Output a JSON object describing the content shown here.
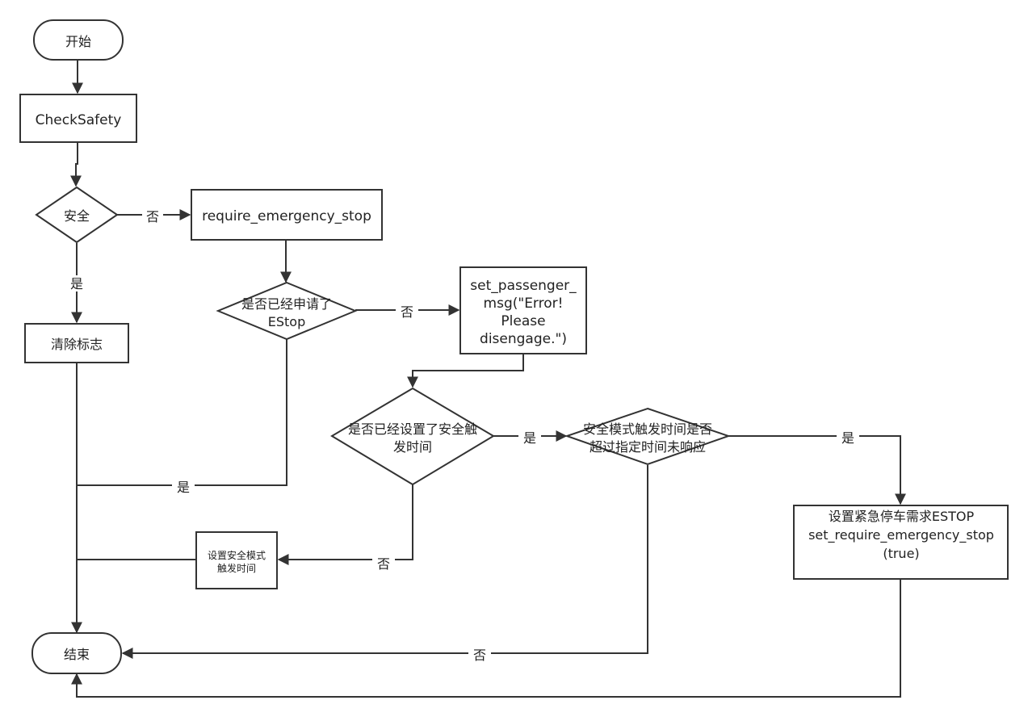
{
  "nodes": {
    "start": "开始",
    "check_safety": "CheckSafety",
    "safe_decision": "安全",
    "require_estop": "require_emergency_stop",
    "clear_flags": "清除标志",
    "estop_requested": [
      "是否已经申请了",
      "EStop"
    ],
    "set_passenger_msg": [
      "set_passenger_",
      "msg(\"Error!",
      "Please",
      "disengage.\")"
    ],
    "safe_mode_set": [
      "是否已经设置了安全触",
      "发时间"
    ],
    "safe_mode_timeout": [
      "安全模式触发时间是否",
      "超过指定时间未响应"
    ],
    "set_trigger_time": [
      "设置安全模式",
      "触发时间"
    ],
    "set_estop_request": [
      "设置紧急停车需求ESTOP",
      "set_require_emergency_stop",
      "(true)"
    ],
    "end": "结束"
  },
  "edge_labels": {
    "safe_no": "否",
    "safe_yes": "是",
    "estop_no": "否",
    "estop_yes": "是",
    "mode_set_yes": "是",
    "mode_set_no": "否",
    "timeout_yes": "是",
    "timeout_no": "否"
  }
}
